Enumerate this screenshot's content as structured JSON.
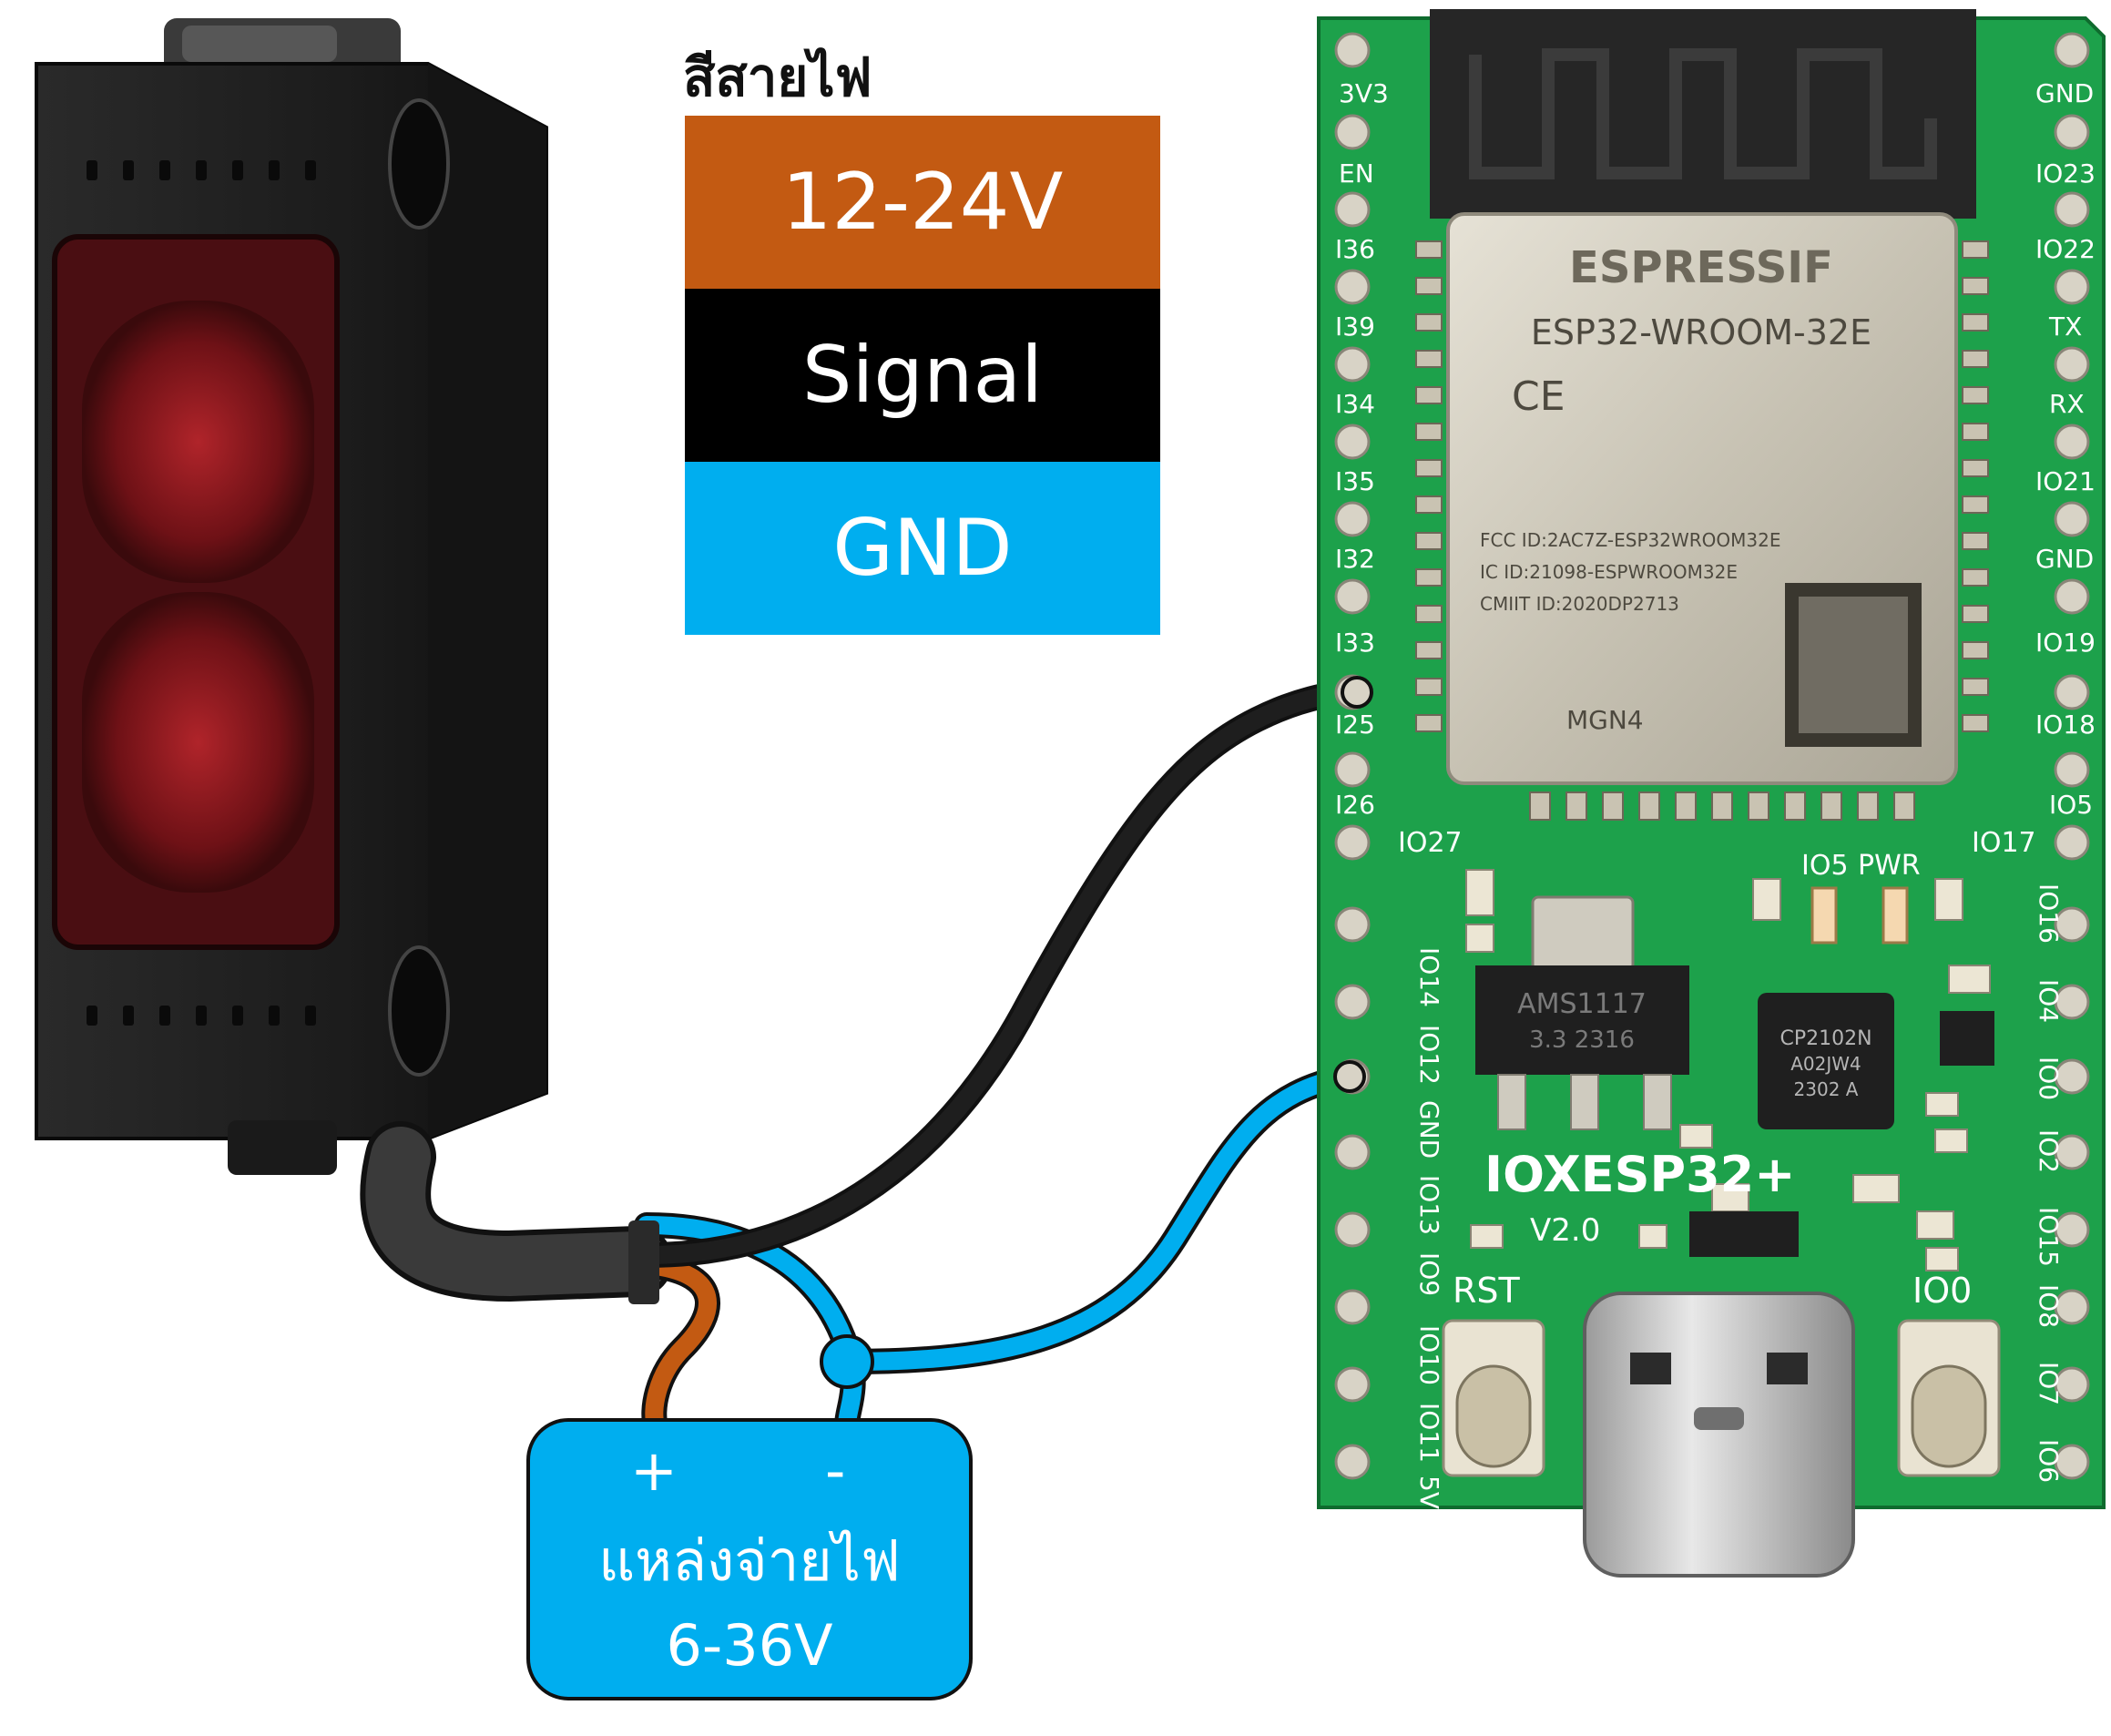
{
  "legend": {
    "title": "สีสายไฟ",
    "bands": [
      {
        "label": "12-24V",
        "color": "#c35a12"
      },
      {
        "label": "Signal",
        "color": "#000000"
      },
      {
        "label": "GND",
        "color": "#00aeef"
      }
    ]
  },
  "power_supply": {
    "plus": "+",
    "minus": "-",
    "label": "แหล่งจ่ายไฟ",
    "range": "6-36V",
    "color": "#00aeef"
  },
  "board": {
    "name": "IOXESP32+",
    "version": "V2.0",
    "module_brand": "ESPRESSIF",
    "module_model": "ESP32-WROOM-32E",
    "module_mark": "MGN4",
    "module_fcc": "FCC ID:2AC7Z-ESP32WROOM32E",
    "module_ic": "IC ID:21098-ESPWROOM32E",
    "module_cmiit": "CMIIT ID:2020DP2713",
    "module_ce": "CE",
    "regulator": "AMS1117",
    "regulator_sub": "3.3 2316",
    "usb_chip": "CP2102N",
    "usb_chip_sub": "A02JW4",
    "usb_chip_sub2": "2302 A",
    "rst_label": "RST",
    "io0_label": "IO0",
    "led_io5": "IO5",
    "led_pwr": "PWR",
    "io27_label": "IO27",
    "io17_label": "IO17",
    "left_pins": [
      "3V3",
      "EN",
      "I36",
      "I39",
      "I34",
      "I35",
      "I32",
      "I33",
      "I25",
      "I26"
    ],
    "left_pins_lower": [
      "IO14",
      "IO12",
      "GND",
      "IO13",
      "IO9",
      "IO10",
      "IO11",
      "5V"
    ],
    "right_pins": [
      "GND",
      "IO23",
      "IO22",
      "TX",
      "RX",
      "IO21",
      "GND",
      "IO19",
      "IO18",
      "IO5"
    ],
    "right_pins_lower": [
      "IO16",
      "IO4",
      "IO0",
      "IO2",
      "IO15",
      "IO8",
      "IO7",
      "IO6"
    ]
  },
  "wire_colors": {
    "power": "#c35a12",
    "signal": "#1a1a1a",
    "gnd": "#00aeef",
    "cable": "#333333"
  }
}
